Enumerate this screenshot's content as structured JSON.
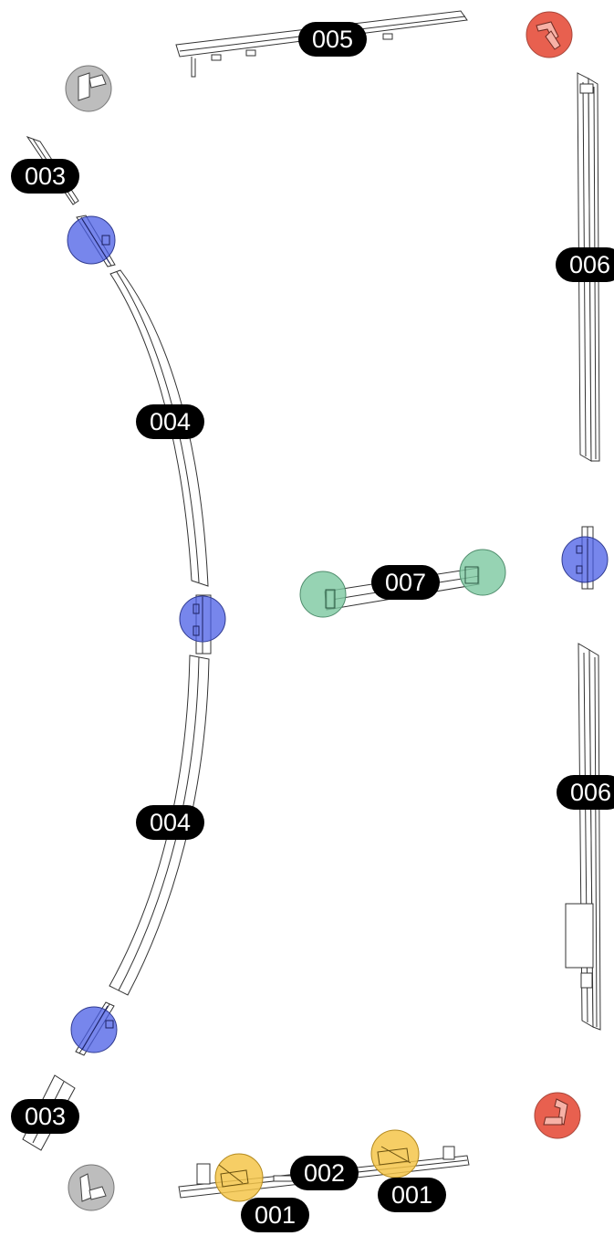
{
  "labels": {
    "part_005": "005",
    "part_003_top": "003",
    "part_006_top": "006",
    "part_004_upper": "004",
    "part_007": "007",
    "part_004_lower": "004",
    "part_006_bottom": "006",
    "part_003_bottom": "003",
    "part_002": "002",
    "part_001_right": "001",
    "part_001_left": "001"
  },
  "colors": {
    "label_bg": "#000000",
    "label_text": "#ffffff",
    "marker_gray": "#bdbdbd",
    "marker_red": "#e8604f",
    "marker_blue": "#4a5de6",
    "marker_green": "#7cc8a0",
    "marker_yellow": "#f5c64a",
    "line": "#333333"
  },
  "icons": [
    "corner-bracket-icon",
    "hinge-connector-icon",
    "corner-joint-icon",
    "end-cap-icon",
    "bracket-icon"
  ]
}
